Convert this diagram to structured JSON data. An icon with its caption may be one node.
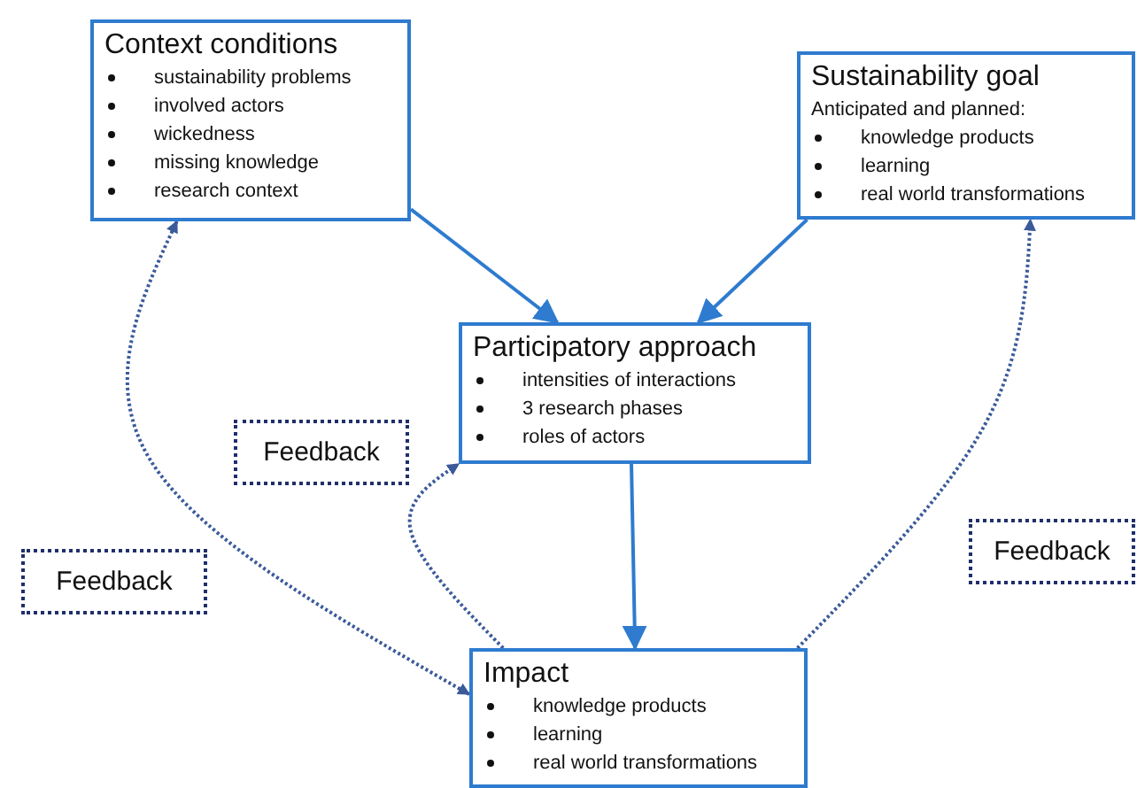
{
  "diagram": {
    "nodes": [
      {
        "text": [
          "Context conditions",
          "sustainability problems",
          "involved actors",
          "wickedness",
          "missing knowledge",
          "research context"
        ]
      },
      {
        "text": [
          "Sustainability goal",
          "Anticipated and planned:",
          "knowledge products",
          "learning",
          "real world transformations"
        ]
      },
      {
        "text": [
          "Participatory approach",
          "intensities of interactions",
          "3 research phases",
          "roles of actors"
        ]
      },
      {
        "text": [
          "Feedback"
        ]
      },
      {
        "text": [
          "Feedback"
        ]
      },
      {
        "text": [
          "Feedback"
        ]
      },
      {
        "text": [
          "Impact",
          "knowledge products",
          "learning",
          "real world transformations"
        ]
      }
    ],
    "edges": [
      {
        "from": 0,
        "to": 2,
        "arrow": "to"
      },
      {
        "from": 1,
        "to": 2,
        "arrow": "to"
      },
      {
        "from": 2,
        "to": 6,
        "arrow": "to"
      },
      {
        "from": 6,
        "to": 0,
        "arrow": "both",
        "style": "dashed",
        "color": "#3a5a9a"
      },
      {
        "from": 6,
        "to": 2,
        "arrow": "to",
        "style": "dashed",
        "color": "#3a5a9a"
      },
      {
        "from": 6,
        "to": 1,
        "arrow": "to",
        "style": "dashed",
        "color": "#3a5a9a"
      }
    ]
  }
}
